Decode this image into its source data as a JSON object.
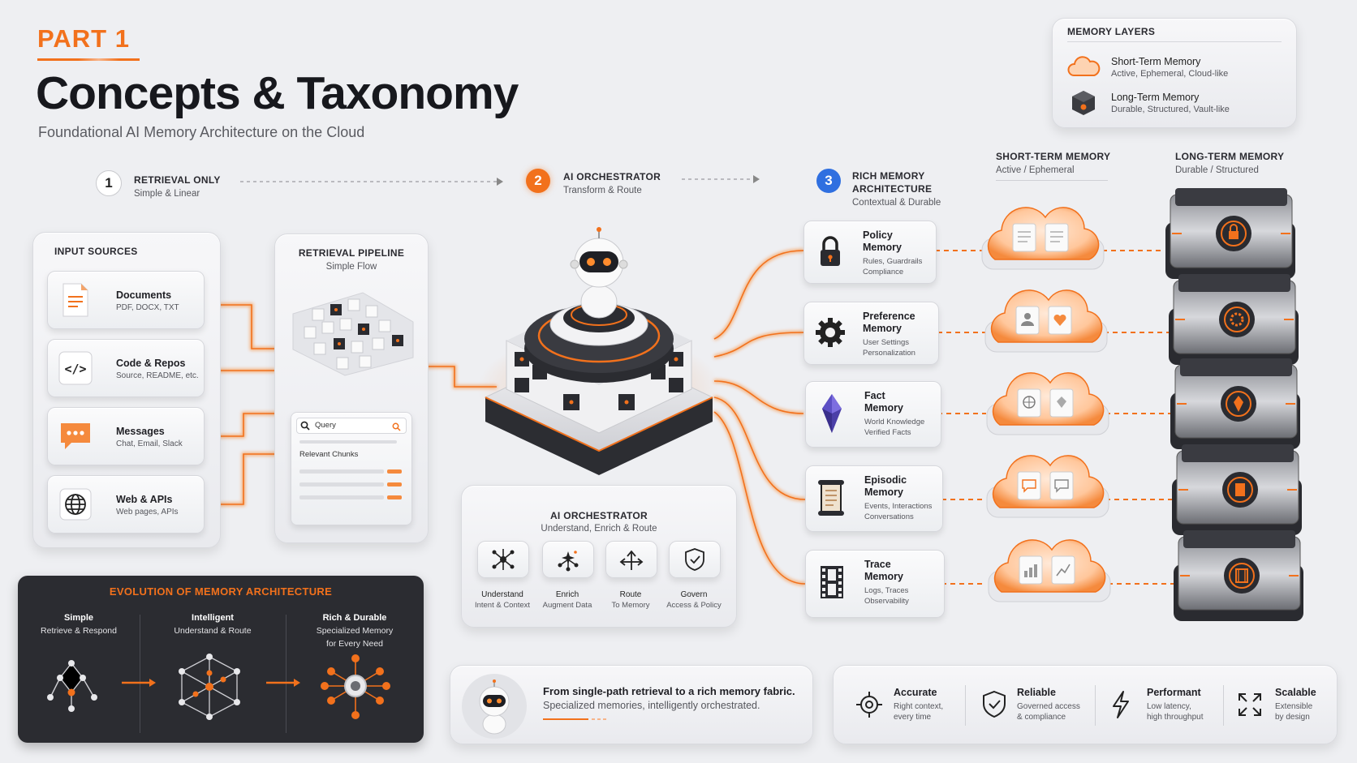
{
  "header": {
    "part": "PART 1",
    "title": "Concepts & Taxonomy",
    "subtitle": "Foundational AI Memory Architecture on the Cloud"
  },
  "memory_layers": {
    "title": "MEMORY LAYERS",
    "items": [
      {
        "name": "Short-Term Memory",
        "desc": "Active, Ephemeral, Cloud-like",
        "icon": "cloud-icon"
      },
      {
        "name": "Long-Term Memory",
        "desc": "Durable, Structured, Vault-like",
        "icon": "vault-cube-icon"
      }
    ]
  },
  "steps": [
    {
      "num": "1",
      "title": "RETRIEVAL ONLY",
      "sub": "Simple & Linear"
    },
    {
      "num": "2",
      "title": "AI ORCHESTRATOR",
      "sub": "Transform & Route"
    },
    {
      "num": "3",
      "title": "RICH MEMORY ARCHITECTURE",
      "title_l1": "RICH MEMORY",
      "title_l2": "ARCHITECTURE",
      "sub": "Contextual & Durable"
    }
  ],
  "column_headers": {
    "short_term": {
      "title": "SHORT-TERM MEMORY",
      "sub": "Active / Ephemeral"
    },
    "long_term": {
      "title": "LONG-TERM MEMORY",
      "sub": "Durable / Structured"
    }
  },
  "input_sources": {
    "title": "INPUT SOURCES",
    "items": [
      {
        "name": "Documents",
        "desc": "PDF, DOCX, TXT",
        "icon": "document-icon"
      },
      {
        "name": "Code & Repos",
        "desc": "Source, README, etc.",
        "icon": "code-icon"
      },
      {
        "name": "Messages",
        "desc": "Chat, Email, Slack",
        "icon": "chat-icon"
      },
      {
        "name": "Web & APIs",
        "desc": "Web pages, APIs",
        "icon": "globe-icon"
      }
    ]
  },
  "retrieval_pipeline": {
    "title": "RETRIEVAL PIPELINE",
    "sub": "Simple Flow",
    "query_label": "Query",
    "chunks_label": "Relevant Chunks"
  },
  "orchestrator_panel": {
    "title": "AI ORCHESTRATOR",
    "sub": "Understand, Enrich & Route",
    "items": [
      {
        "name": "Understand",
        "desc": "Intent & Context",
        "icon": "network-icon"
      },
      {
        "name": "Enrich",
        "desc": "Augment Data",
        "icon": "sparkle-network-icon"
      },
      {
        "name": "Route",
        "desc": "To Memory",
        "icon": "route-arrows-icon"
      },
      {
        "name": "Govern",
        "desc": "Access & Policy",
        "icon": "shield-check-icon"
      }
    ]
  },
  "memories": [
    {
      "name_l1": "Policy",
      "name_l2": "Memory",
      "desc_l1": "Rules, Guardrails",
      "desc_l2": "Compliance",
      "icon": "lock-icon"
    },
    {
      "name_l1": "Preference",
      "name_l2": "Memory",
      "desc_l1": "User Settings",
      "desc_l2": "Personalization",
      "icon": "gear-icon"
    },
    {
      "name_l1": "Fact",
      "name_l2": "Memory",
      "desc_l1": "World Knowledge",
      "desc_l2": "Verified Facts",
      "icon": "crystal-icon"
    },
    {
      "name_l1": "Episodic",
      "name_l2": "Memory",
      "desc_l1": "Events, Interactions",
      "desc_l2": "Conversations",
      "icon": "scroll-icon"
    },
    {
      "name_l1": "Trace",
      "name_l2": "Memory",
      "desc_l1": "Logs, Traces",
      "desc_l2": "Observability",
      "icon": "film-icon"
    }
  ],
  "evolution": {
    "title": "EVOLUTION OF MEMORY ARCHITECTURE",
    "stages": [
      {
        "name": "Simple",
        "desc_l1": "Retrieve & Respond",
        "desc_l2": ""
      },
      {
        "name": "Intelligent",
        "desc_l1": "Understand & Route",
        "desc_l2": ""
      },
      {
        "name": "Rich & Durable",
        "desc_l1": "Specialized Memory",
        "desc_l2": "for Every Need"
      }
    ]
  },
  "summary": {
    "headline": "From single-path retrieval to a rich memory fabric.",
    "sub": "Specialized memories, intelligently orchestrated."
  },
  "benefits": [
    {
      "name": "Accurate",
      "desc_l1": "Right context,",
      "desc_l2": "every time",
      "icon": "target-icon"
    },
    {
      "name": "Reliable",
      "desc_l1": "Governed access",
      "desc_l2": "& compliance",
      "icon": "shield-icon"
    },
    {
      "name": "Performant",
      "desc_l1": "Low latency,",
      "desc_l2": "high throughput",
      "icon": "bolt-icon"
    },
    {
      "name": "Scalable",
      "desc_l1": "Extensible",
      "desc_l2": "by design",
      "icon": "expand-icon"
    }
  ],
  "colors": {
    "accent": "#f2711c",
    "dark_panel": "#2b2c31",
    "step3_blue": "#2f6fe0"
  }
}
